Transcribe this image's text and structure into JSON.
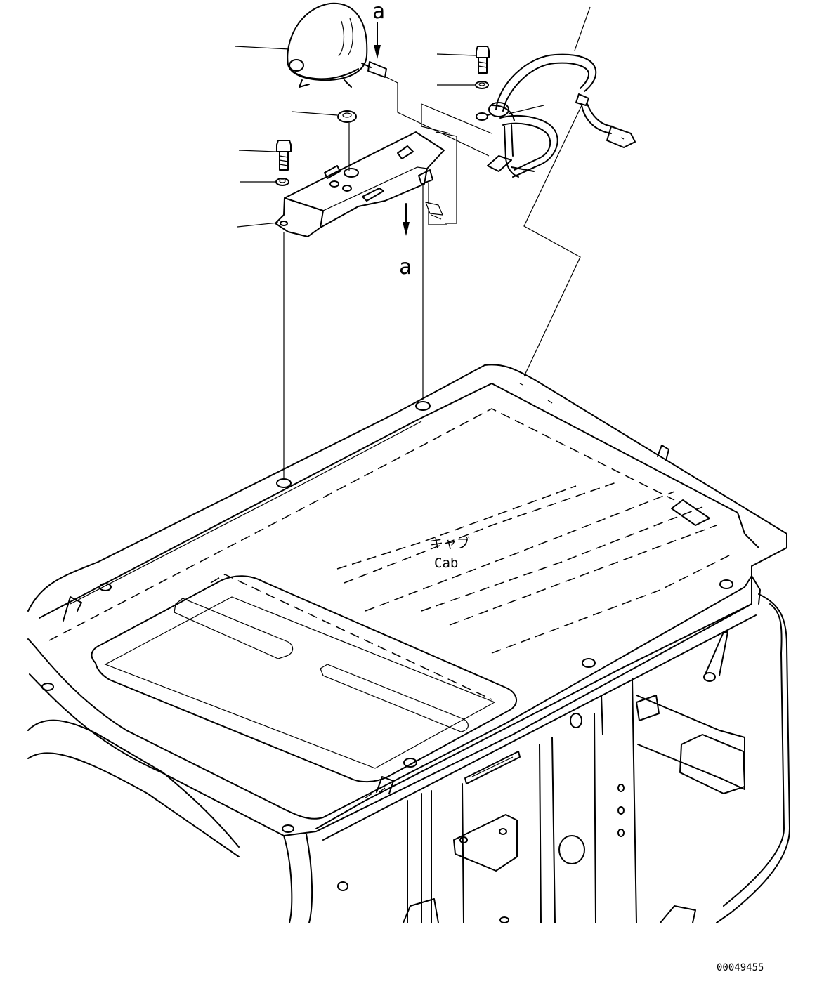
{
  "labels": {
    "arrow_top": "a",
    "arrow_bottom": "a",
    "cab_jp": "キャブ",
    "cab_en": "Cab",
    "drawing_number": "00049455"
  }
}
